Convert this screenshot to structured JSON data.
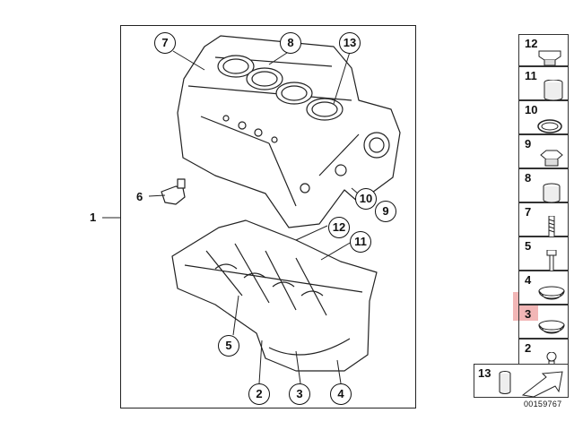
{
  "diagram": {
    "assembly_label": "1",
    "callouts": {
      "c7": "7",
      "c8": "8",
      "c13": "13",
      "c6": "6",
      "c10": "10",
      "c9": "9",
      "c12": "12",
      "c11": "11",
      "c5": "5",
      "c2": "2",
      "c3": "3",
      "c4": "4"
    }
  },
  "legend": {
    "items": [
      {
        "number": "12",
        "icon": "plug-icon"
      },
      {
        "number": "11",
        "icon": "cylinder-sleeve-icon"
      },
      {
        "number": "10",
        "icon": "seal-ring-icon"
      },
      {
        "number": "9",
        "icon": "hex-plug-icon"
      },
      {
        "number": "8",
        "icon": "cup-plug-icon"
      },
      {
        "number": "7",
        "icon": "stud-bolt-icon"
      },
      {
        "number": "5",
        "icon": "bolt-icon"
      },
      {
        "number": "4",
        "icon": "bearing-shell-icon"
      },
      {
        "number": "3",
        "icon": "bearing-shell-icon"
      },
      {
        "number": "2",
        "icon": "dowel-bolt-icon"
      }
    ],
    "highlight_color": "#f0a9a9",
    "bottom_box_number": "13",
    "bottom_box_icon": "sleeve-with-arrow-icon"
  },
  "image_id": "00159767"
}
